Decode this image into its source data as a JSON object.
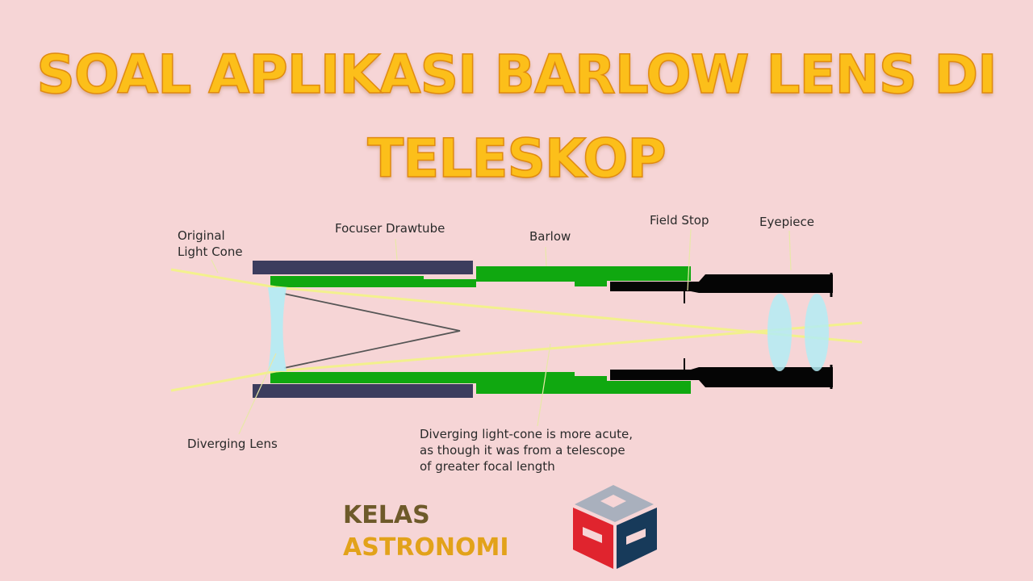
{
  "title": {
    "line1": "SOAL APLIKASI BARLOW LENS DI",
    "line2": "TELESKOP"
  },
  "diagram": {
    "labels": {
      "original_light_cone_1": "Original",
      "original_light_cone_2": "Light Cone",
      "focuser_drawtube": "Focuser Drawtube",
      "barlow": "Barlow",
      "field_stop": "Field Stop",
      "eyepiece": "Eyepiece",
      "diverging_lens": "Diverging Lens",
      "caption_1": "Diverging light-cone is more acute,",
      "caption_2": "as though it was from a telescope",
      "caption_3": "of greater focal length"
    },
    "colors": {
      "drawtube": "#3c3d5e",
      "barlow": "#10a810",
      "eyepiece": "#050505",
      "lens": "#b3ecf5",
      "light": "#f2f28a"
    }
  },
  "logo": {
    "line1": "KELAS",
    "line2": "ASTRONOMI",
    "mark_icon": "cube-logo-icon"
  }
}
